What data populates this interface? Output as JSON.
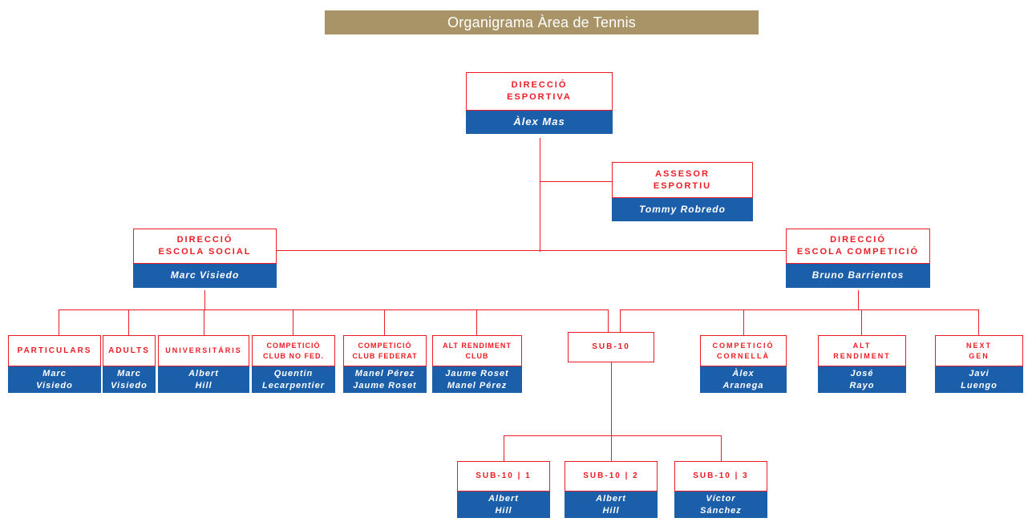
{
  "title": "Organigrama Àrea de Tennis",
  "colors": {
    "banner": "#A99467",
    "accent_red": "#ED1C24",
    "name_blue": "#1B5FAB",
    "white": "#FFFFFF"
  },
  "nodes": {
    "direccio_esportiva": {
      "title": "DIRECCIÓ\nESPORTIVA",
      "name": "Àlex Mas"
    },
    "assesor_esportiu": {
      "title": "ASSESOR\nESPORTIU",
      "name": "Tommy Robredo"
    },
    "escola_social": {
      "title": "DIRECCIÓ\nESCOLA SOCIAL",
      "name": "Marc Visiedo"
    },
    "escola_competicio": {
      "title": "DIRECCIÓ\nESCOLA COMPETICIÓ",
      "name": "Bruno Barrientos"
    },
    "particulars": {
      "title": "PARTICULARS",
      "name": "Marc\nVisiedo"
    },
    "adults": {
      "title": "ADULTS",
      "name": "Marc\nVisiedo"
    },
    "universitaris": {
      "title": "UNIVERSITÁRIS",
      "name": "Albert\nHill"
    },
    "comp_club_no_fed": {
      "title": "COMPETICIÓ\nCLUB NO FED.",
      "name": "Quentin\nLecarpentier"
    },
    "comp_club_federat": {
      "title": "COMPETICIÓ\nCLUB FEDERAT",
      "name": "Manel Pérez\nJaume Roset"
    },
    "alt_rendiment_club": {
      "title": "ALT RENDIMENT\nCLUB",
      "name": "Jaume Roset\nManel Pérez"
    },
    "sub10": {
      "title": "SUB-10",
      "name": ""
    },
    "comp_cornella": {
      "title": "COMPETICIÓ\nCORNELLÀ",
      "name": "Àlex\nAranega"
    },
    "alt_rendiment": {
      "title": "ALT\nRENDIMENT",
      "name": "José\nRayo"
    },
    "next_gen": {
      "title": "NEXT\nGEN",
      "name": "Javi\nLuengo"
    },
    "sub10_1": {
      "title": "SUB-10 | 1",
      "name": "Albert\nHill"
    },
    "sub10_2": {
      "title": "SUB-10 | 2",
      "name": "Albert\nHill"
    },
    "sub10_3": {
      "title": "SUB-10 | 3",
      "name": "Víctor\nSánchez"
    }
  }
}
